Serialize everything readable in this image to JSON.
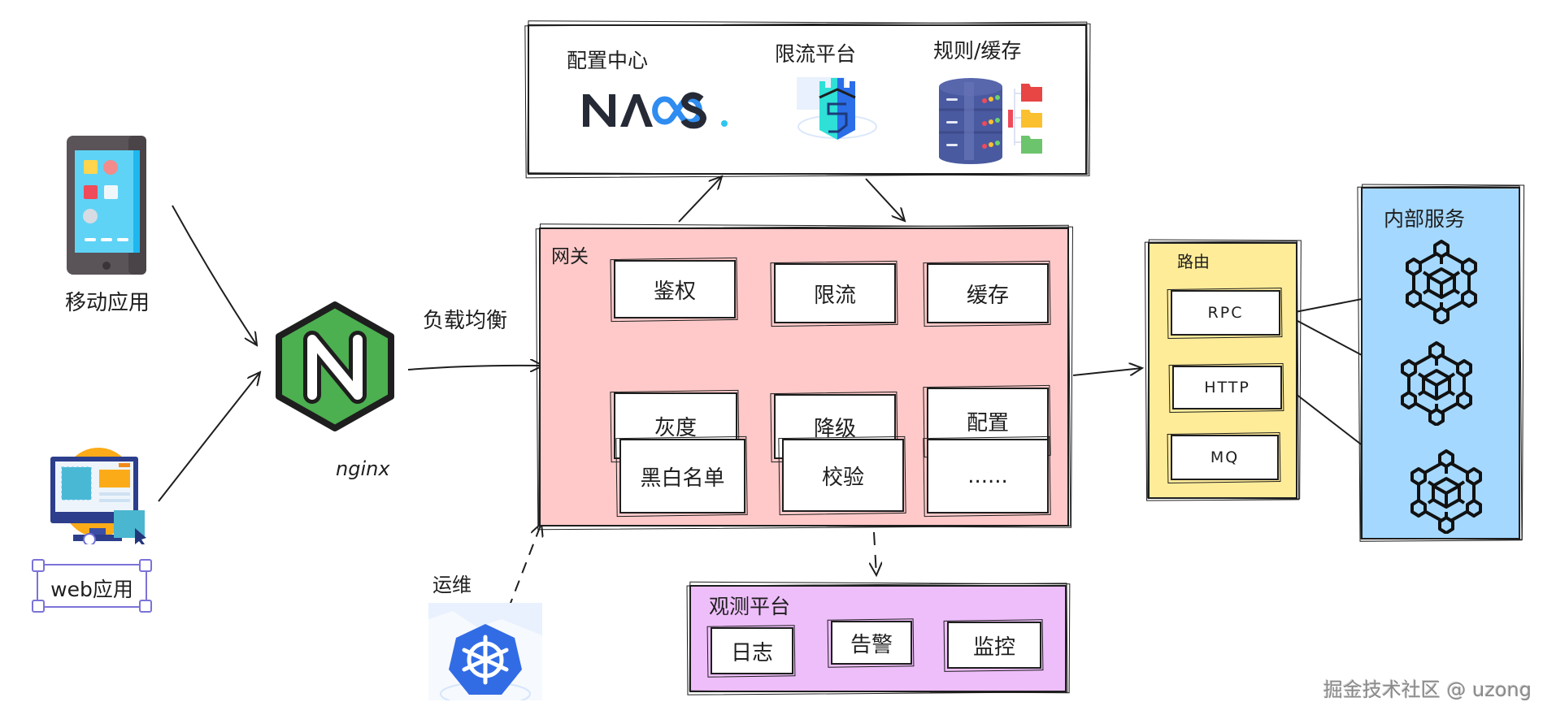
{
  "clients": {
    "mobile": {
      "label": "移动应用",
      "icon": "mobile-phone-icon"
    },
    "web": {
      "label": "web应用",
      "icon": "web-monitor-icon"
    }
  },
  "nginx": {
    "label": "nginx",
    "icon": "nginx-logo-icon",
    "glyph": "N",
    "color": "#4caf50"
  },
  "load_balance_label": "负载均衡",
  "config_platforms": {
    "items": [
      {
        "label": "配置中心",
        "icon": "nacos-logo-icon",
        "logo_text": "NACOS."
      },
      {
        "label": "限流平台",
        "icon": "sentinel-shield-icon"
      },
      {
        "label": "规则/缓存",
        "icon": "database-server-icon"
      }
    ]
  },
  "gateway": {
    "title": "网关",
    "color": "#ffc9c9",
    "modules": [
      "鉴权",
      "限流",
      "缓存",
      "灰度",
      "降级",
      "配置",
      "黑白名单",
      "校验",
      "......"
    ]
  },
  "routing": {
    "title": "路由",
    "color": "#ffec99",
    "protocols": [
      "RPC",
      "HTTP",
      "MQ"
    ]
  },
  "internal_services": {
    "title": "内部服务",
    "color": "#a5d8ff",
    "icon": "service-network-icon",
    "count": 3
  },
  "observability": {
    "title": "观测平台",
    "color": "#eebefa",
    "items": [
      "日志",
      "告警",
      "监控"
    ]
  },
  "ops": {
    "label": "运维",
    "icon": "kubernetes-icon",
    "color": "#326ce5"
  },
  "watermark": "掘金技术社区 @ uzong"
}
